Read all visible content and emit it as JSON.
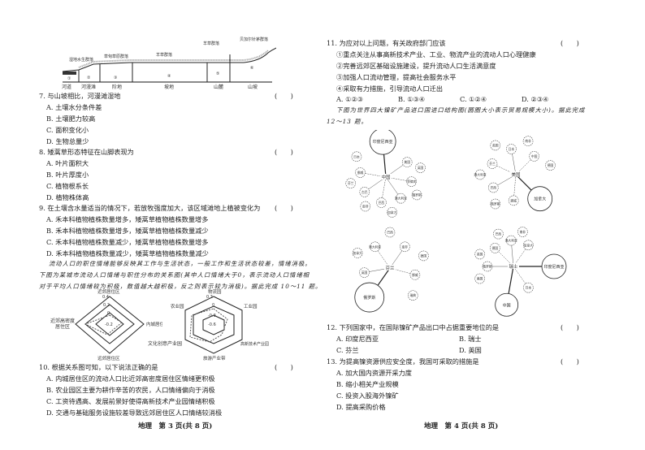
{
  "profile": {
    "top_labels": [
      "湿地水生群落",
      "草甸草原群落",
      "羊草群落",
      "羊草群落",
      "贝加尔针茅群落"
    ],
    "zones": [
      "①",
      "②",
      "③",
      "④",
      "⑤",
      "⑥"
    ],
    "bottom_labels": [
      "河道",
      "河漫滩",
      "阶地",
      "坡地",
      "山麓",
      "山坡"
    ]
  },
  "left": {
    "q7": {
      "stem": "7. 与山坡相比，河漫滩湿地",
      "paren": "(　　)",
      "options": [
        "A. 土壤水分条件差",
        "B. 土壤肥力较高",
        "C. 面积变化小",
        "D. 生物总量少"
      ]
    },
    "q8": {
      "stem": "8. 矮蒿草形态特征在山脚表现为",
      "paren": "(　　)",
      "options": [
        "A. 叶片面积大",
        "B. 叶片厚度小",
        "C. 植物根系长",
        "D. 植物株体高"
      ]
    },
    "q9": {
      "stem": "9. 在土壤含水量适当的情况下，若放牧强度加大，该区域滩地上植被变化为",
      "paren": "(　　)",
      "options": [
        "A. 禾本科植物植株数量增多，矮蒿草植物植株数量增多",
        "B. 禾本科植物植株数量增多，矮蒿草植物植株数量减少",
        "C. 禾本科植物植株数量减少，矮蒿草植物植株数量增多",
        "D. 禾本科植物植株数量减少，矮蒿草植物植株数量减少"
      ]
    },
    "intro": [
      "流动人口的职住情绪能够反映其工作与生活状态，一般工作和生活状态较差，情绪消极。",
      "下图为某城市流动人口情绪与职住分布的关系图(其中人口情绪大于0，表示流动人口情绪相",
      "对于平均人口情绪较为积极，数值越大越积极，反之则表示较为消极)。据此完成 10～11 题。"
    ],
    "radar1": {
      "labels": [
        "近郊居住区",
        "内城居住区",
        "远郊居住区",
        "近郊高密度居住区"
      ],
      "ticks": [
        "0.4",
        "0.2",
        "0",
        "-0.2"
      ]
    },
    "radar2": {
      "labels": [
        "物流园",
        "工业园",
        "高新技术产业园",
        "旅游产业带",
        "文化创意产业园",
        "农业园"
      ],
      "ticks": [
        "0.3",
        "0",
        "-0.3",
        "-0.6"
      ]
    },
    "q10": {
      "stem": "10. 根据关系图可知，以下说法正确的是",
      "paren": "(　　)",
      "options": [
        "A. 内城居住区的流动人口比近郊高密度居住区情绪更积极",
        "B. 农业园区主要为耕作辛苦的农民，人口情绪偏向于消极",
        "C. 工资待遇高、发展前景好使得高新技术产业园情绪积极",
        "D. 交通与基础服务设施较差导致远郊居住区人口情绪较消极"
      ]
    },
    "footer": "地理　第 3 页(共 8 页)"
  },
  "right": {
    "q11": {
      "stem": "11. 为应对以上问题，有关政府部门应该",
      "paren": "(　　)",
      "items": [
        "①重点关注从事高新技术产业、工业、物流产业的流动人口心理健康",
        "②完善远郊区基础设施建设，提升流动人口生活满意度",
        "③加强人口流动管理，提高社会服务水平",
        "④采取有力措施，引导流动人口迁出"
      ],
      "options": [
        "A. ①②③",
        "B. ①③④",
        "C. ①②④",
        "D. ②③④"
      ]
    },
    "intro": [
      "下图为世界四大镍矿产品进口国进口结构图(圆圈大小表示贸易规模大小)。据此完成",
      "12～13 题。"
    ],
    "networks": [
      {
        "center": "中国",
        "big": "印度尼西亚",
        "nodes": [
          "菲律宾",
          "俄罗斯",
          "澳大利亚",
          "加拿大",
          "巴西",
          "南非",
          "古巴",
          "芬兰",
          "挪威",
          "日本",
          "美国",
          "英国"
        ]
      },
      {
        "center": "美国",
        "big": "加拿大",
        "nodes": [
          "挪威",
          "俄罗斯",
          "巴西",
          "澳大利亚",
          "芬兰",
          "英国",
          "日本",
          "南非",
          "中国",
          "德国"
        ]
      },
      {
        "center": "芬兰",
        "big": "俄罗斯",
        "nodes": [
          "挪威",
          "瑞典",
          "英国",
          "加拿大",
          "澳大利亚",
          "巴西",
          "南非",
          "德国"
        ]
      },
      {
        "center": "瑞士",
        "big": "印度尼西亚",
        "big2": "中国",
        "nodes": [
          "日本",
          "美国",
          "俄罗斯",
          "英国",
          "德国",
          "巴西",
          "澳大利亚",
          "南非",
          "加拿大"
        ]
      }
    ],
    "q12": {
      "stem": "12. 下列国家中，在国际镍矿产品出口中占据重要地位的是",
      "paren": "(　　)",
      "options": [
        "A. 印度尼西亚",
        "B. 瑞士",
        "C. 芬兰",
        "D. 英国"
      ]
    },
    "q13": {
      "stem": "13. 为提高镍资源供应安全度，我国可采取的措施是",
      "paren": "(　　)",
      "options": [
        "A. 加大国内资源开采力度",
        "B. 缩小相关产业规模",
        "C. 投资入股海外镍矿",
        "D. 提高采购价格"
      ]
    },
    "footer": "地理　第 4 页(共 8 页)"
  }
}
